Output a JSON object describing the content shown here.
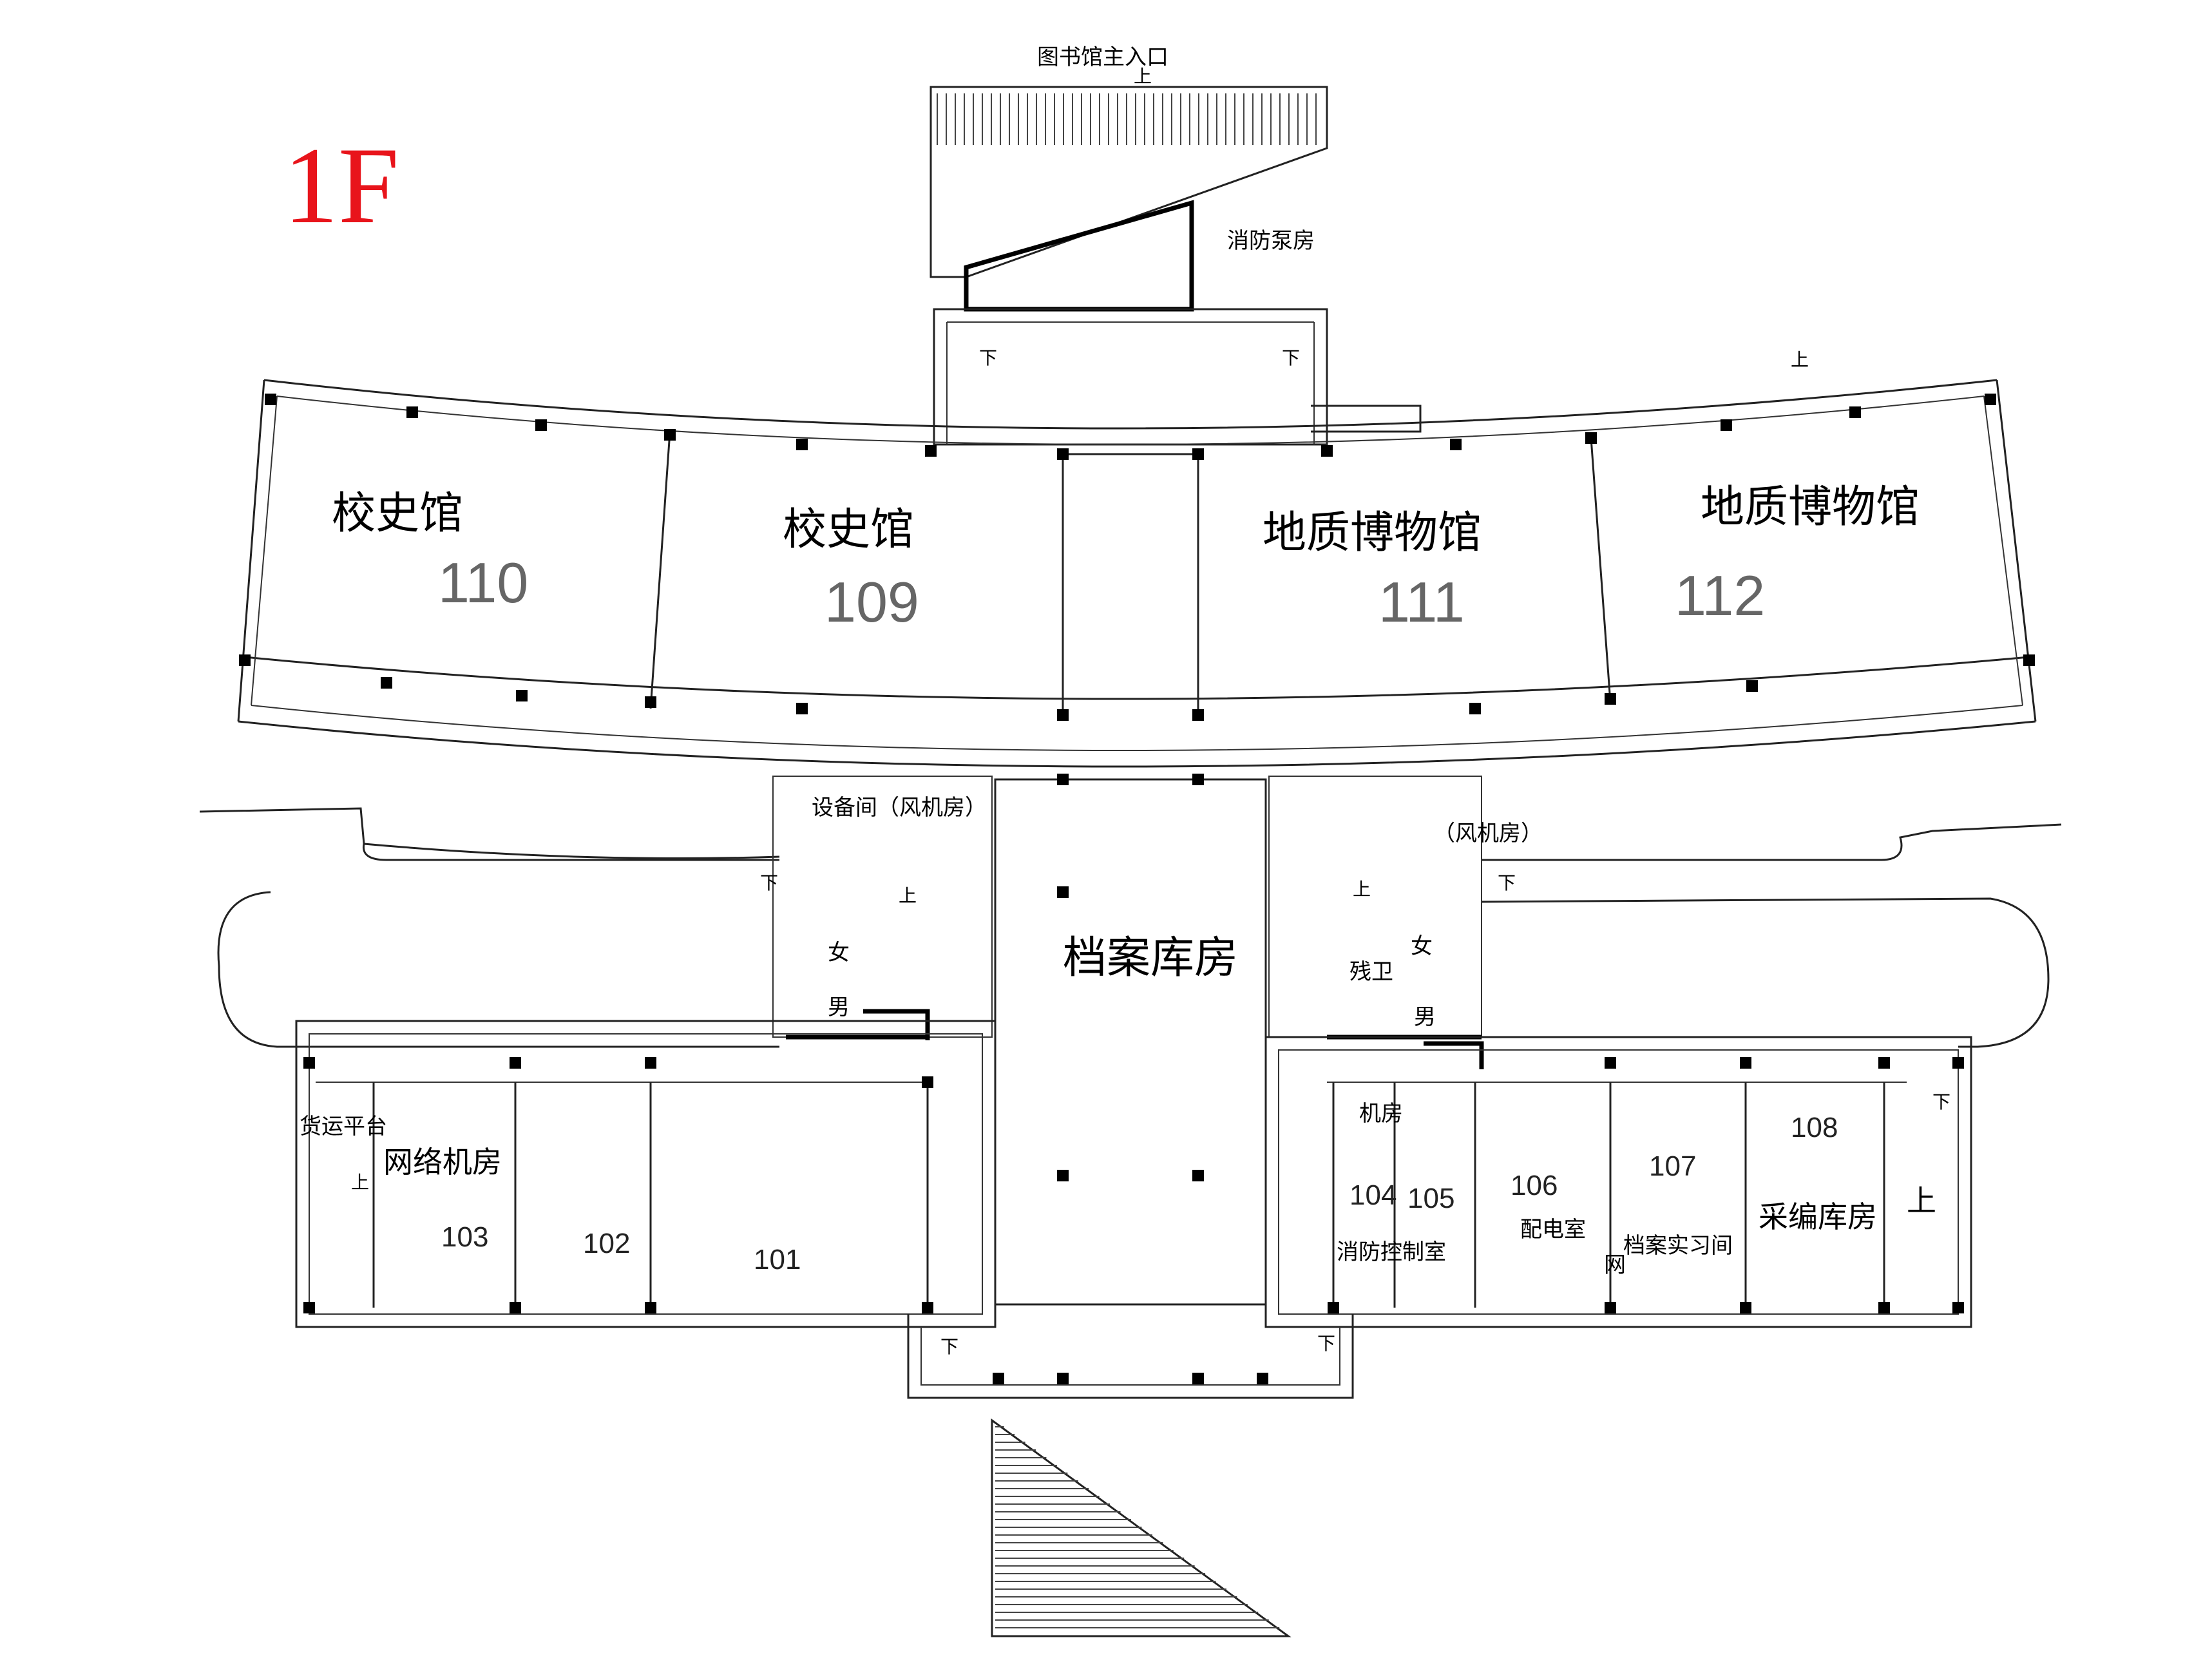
{
  "floor_label": "1F",
  "entrance_label": "图书馆主入口",
  "rooms": {
    "fire_pump": "消防泵房",
    "school_history_1": "校史馆",
    "school_history_1_no": "110",
    "school_history_2": "校史馆",
    "school_history_2_no": "109",
    "geology_1": "地质博物馆",
    "geology_1_no": "111",
    "geology_2": "地质博物馆",
    "geology_2_no": "112",
    "equipment": "设备间（风机房）",
    "fan_room_east": "（风机房）",
    "archives_storage": "档案库房",
    "women_w": "女",
    "men_w": "男",
    "women_e": "女",
    "men_e": "男",
    "disabled_wc": "残卫",
    "freight": "货运平台",
    "network": "网络机房",
    "r103": "103",
    "r102": "102",
    "r101": "101",
    "machine": "机房",
    "r104": "104",
    "r105": "105",
    "fire_control": "消防控制室",
    "r106": "106",
    "power": "配电室",
    "r107": "107",
    "archive_practice": "档案实习间",
    "r108": "108",
    "acquisition": "采编库房"
  },
  "marks": {
    "up": "上",
    "down": "下",
    "mesh": "网"
  },
  "colors": {
    "floor_label": "#e8141b",
    "lines": "#222222"
  }
}
